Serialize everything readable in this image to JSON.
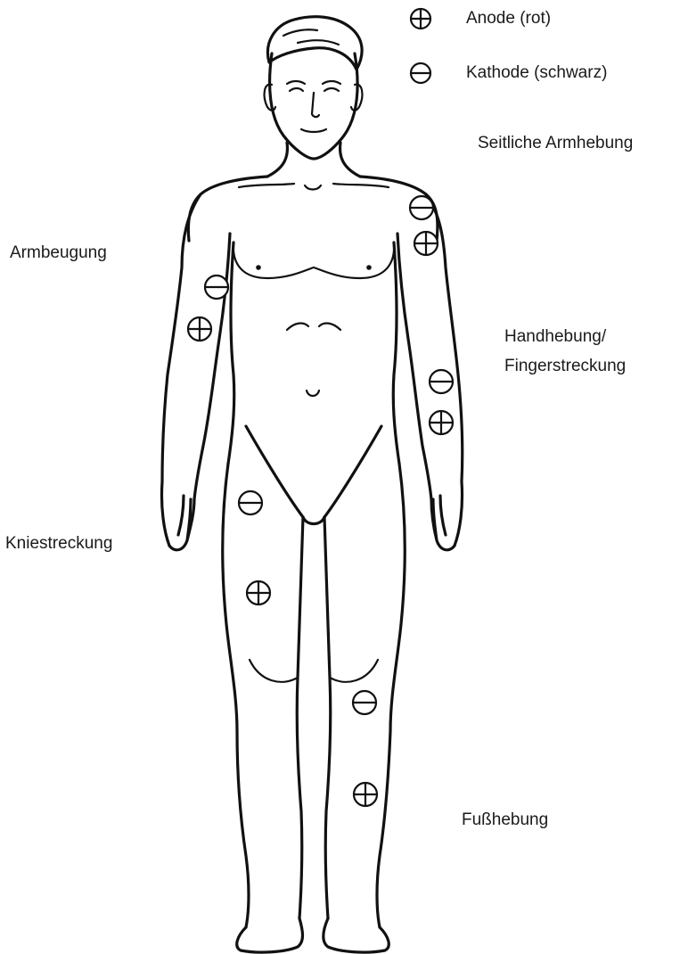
{
  "legend": {
    "anode": {
      "symbol": "plus",
      "label": "Anode (rot)"
    },
    "cathode": {
      "symbol": "minus",
      "label": "Kathode (schwarz)"
    }
  },
  "labels": {
    "seitliche_armhebung": "Seitliche Armhebung",
    "armbeugung": "Armbeugung",
    "handhebung_line1": "Handhebung/",
    "handhebung_line2": "Fingerstreckung",
    "kniestreckung": "Kniestreckung",
    "fusshebung": "Fußhebung"
  },
  "electrodes": [
    {
      "group": "seitliche_armhebung",
      "polarity": "minus"
    },
    {
      "group": "seitliche_armhebung",
      "polarity": "plus"
    },
    {
      "group": "armbeugung",
      "polarity": "minus"
    },
    {
      "group": "armbeugung",
      "polarity": "plus"
    },
    {
      "group": "handhebung",
      "polarity": "minus"
    },
    {
      "group": "handhebung",
      "polarity": "plus"
    },
    {
      "group": "kniestreckung",
      "polarity": "minus"
    },
    {
      "group": "kniestreckung",
      "polarity": "plus"
    },
    {
      "group": "fusshebung",
      "polarity": "minus"
    },
    {
      "group": "fusshebung",
      "polarity": "plus"
    }
  ],
  "colors": {
    "line": "#111111",
    "background": "#ffffff",
    "text": "#1a1a1a"
  }
}
